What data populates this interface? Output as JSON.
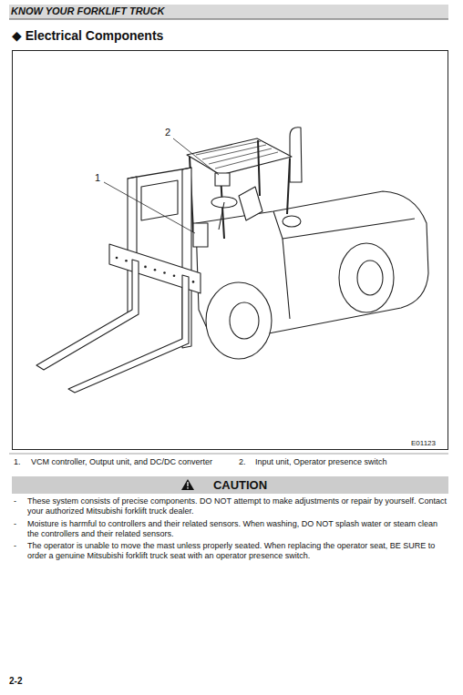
{
  "diagram": {
    "title": "◆ Electrical Components",
    "nodes": [
      {
        "text": [
          "CAUTION"
        ]
      }
    ],
    "labels": [
      "KNOW YOUR FORKLIFT TRUCK",
      "1",
      "2",
      "E01123",
      "1.",
      "VCM controller, Output unit, and DC/DC converter",
      "2.",
      "Input unit, Operator presence switch",
      "-",
      "These system consists of precise components. DO NOT attempt to make adjustments or repair by yourself. Contact your authorized Mitsubishi forklift truck dealer.",
      "-",
      "Moisture is harmful to controllers and their related sensors. When washing, DO NOT splash water or steam clean the controllers and their related sensors.",
      "-",
      "The operator is unable to move the mast unless properly seated. When replacing the operator seat, BE SURE to order a genuine Mitsubishi forklift truck seat with an operator presence switch.",
      "2-2"
    ]
  }
}
